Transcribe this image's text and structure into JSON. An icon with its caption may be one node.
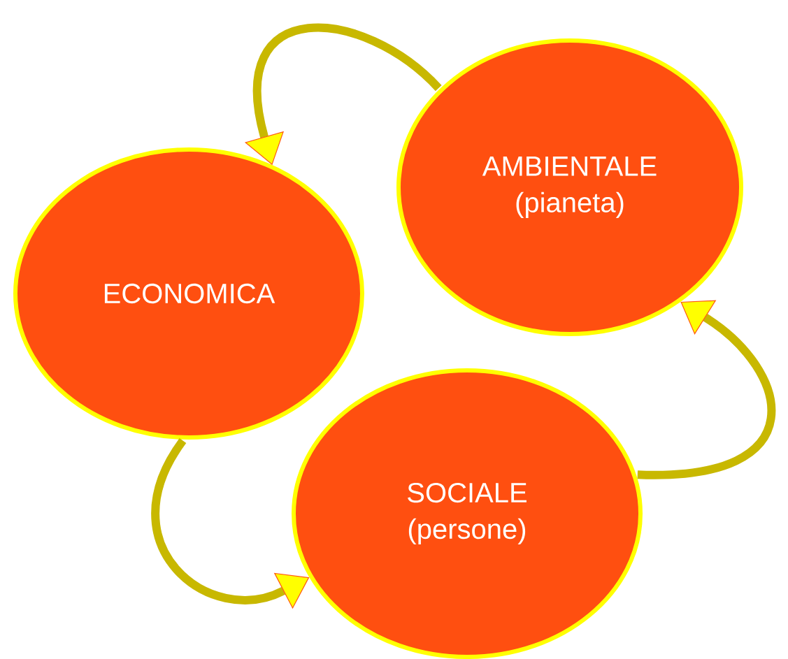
{
  "diagram": {
    "nodes": [
      {
        "text": [
          "AMBIENTALE",
          "(pianeta)"
        ]
      },
      {
        "text": [
          "ECONOMICA"
        ]
      },
      {
        "text": [
          "SOCIALE",
          "(persone)"
        ]
      }
    ],
    "edges": [
      {
        "from": 0,
        "to": 1,
        "arrow": "to"
      },
      {
        "from": 1,
        "to": 2,
        "arrow": "to"
      },
      {
        "from": 2,
        "to": 0,
        "arrow": "to"
      }
    ]
  }
}
